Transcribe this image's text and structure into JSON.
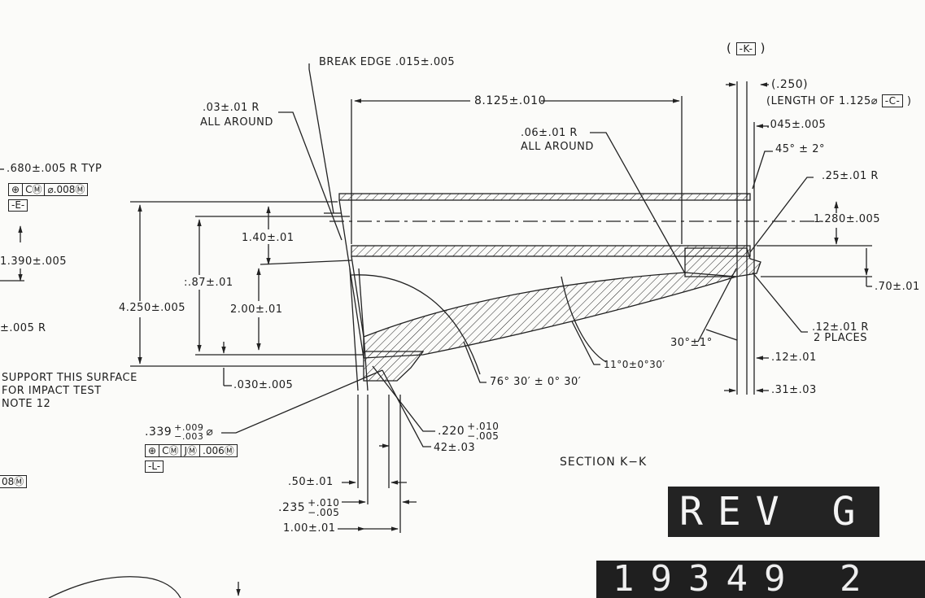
{
  "top_notes": {
    "datum_k": "-K-",
    "break_edge": "BREAK EDGE .015±.005",
    "length_8125": "8.125±.010",
    "ref_250": "(.250)",
    "length_of": "(LENGTH OF 1.125⌀",
    "datum_c": "-C-",
    "r03": ".03±.01 R",
    "all_around_1": "ALL AROUND",
    "r06": ".06±.01 R",
    "all_around_2": "ALL AROUND",
    "d045": ".045±.005",
    "angle_45": "45° ± 2°",
    "r25": ".25±.01 R",
    "d1280": "1.280±.005"
  },
  "left_notes": {
    "r680": ".680±.005 R TYP",
    "fcf_e": [
      "⊕",
      "CⓂ",
      "⌀.008Ⓜ"
    ],
    "datum_e": "-E-",
    "d1390": "1.390±.005",
    "r005": "±.005 R",
    "support": "SUPPORT THIS SURFACE",
    "impact": "FOR IMPACT TEST",
    "note12": "NOTE 12",
    "partial": "08Ⓜ"
  },
  "dims": {
    "d140": "1.40±.01",
    "d87": ":.87±.01",
    "d4250": "4.250±.005",
    "d200": "2.00±.01",
    "d030": ".030±.005",
    "angle_76": "76° 30′ ± 0° 30′",
    "angle_11": "11°0±0°30′",
    "angle_30": "30°±1°",
    "d70": ".70±.01",
    "r12": ".12±.01 R",
    "places": "2 PLACES",
    "d12": ".12±.01",
    "d31": ".31±.03",
    "dia339": ".339",
    "dia339_plus": "+.009",
    "dia339_minus": "−.003",
    "dia339_sym": "⌀",
    "fcf_l": [
      "⊕",
      "CⓂ",
      "JⓂ",
      ".006Ⓜ"
    ],
    "datum_l": "-L-",
    "d220": ".220",
    "d220_plus": "+.010",
    "d220_minus": "−.005",
    "d42": "42±.03",
    "d50": ".50±.01",
    "d235": ".235",
    "d235_plus": "+.010",
    "d235_minus": "−.005",
    "d100": "1.00±.01",
    "section": "SECTION  K−K"
  },
  "title_block": {
    "rev": "REV G",
    "number": "19349 2"
  }
}
